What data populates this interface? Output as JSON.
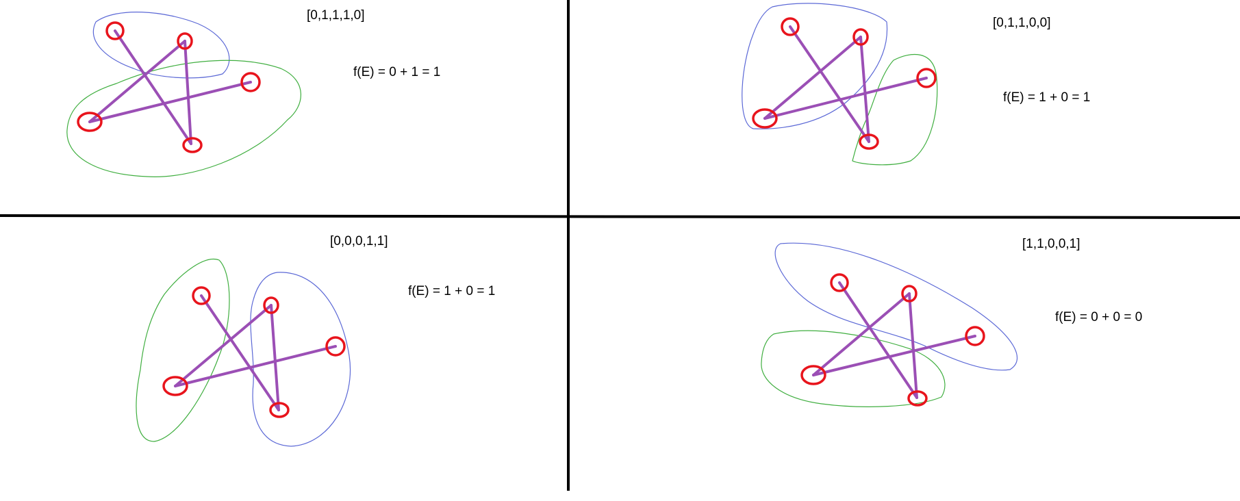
{
  "colors": {
    "edge": "#9b4fb5",
    "node": "#e8141c",
    "group_blue": "#5b68d6",
    "group_green": "#3fae3f",
    "divider": "#000000"
  },
  "panels": [
    {
      "vector": "[0,1,1,1,0]",
      "formula": "f(E) = 0 + 1 = 1"
    },
    {
      "vector": "[0,1,1,0,0]",
      "formula": "f(E) = 1 + 0 = 1"
    },
    {
      "vector": "[0,0,0,1,1]",
      "formula": "f(E) = 1 + 0 = 1"
    },
    {
      "vector": "[1,1,0,0,1]",
      "formula": "f(E) = 0 + 0 = 0"
    }
  ]
}
